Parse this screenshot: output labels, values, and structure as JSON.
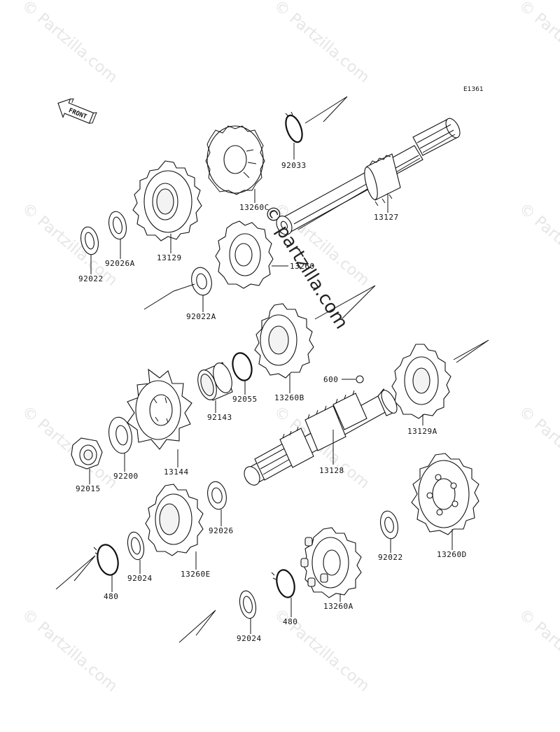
{
  "diagram": {
    "code": "E1361",
    "front_label": "FRONT",
    "watermark": "© Partzilla.com",
    "center_watermark": "© partzilla.com",
    "parts": [
      {
        "id": "92033",
        "label": "92033"
      },
      {
        "id": "13260C",
        "label": "13260C"
      },
      {
        "id": "13127",
        "label": "13127"
      },
      {
        "id": "13129",
        "label": "13129"
      },
      {
        "id": "92026A",
        "label": "92026A"
      },
      {
        "id": "92022a",
        "label": "92022"
      },
      {
        "id": "13260",
        "label": "13260"
      },
      {
        "id": "92022A",
        "label": "92022A"
      },
      {
        "id": "13260B",
        "label": "13260B"
      },
      {
        "id": "92055",
        "label": "92055"
      },
      {
        "id": "92143",
        "label": "92143"
      },
      {
        "id": "600",
        "label": "600"
      },
      {
        "id": "13129A",
        "label": "13129A"
      },
      {
        "id": "13144",
        "label": "13144"
      },
      {
        "id": "92200",
        "label": "92200"
      },
      {
        "id": "92015",
        "label": "92015"
      },
      {
        "id": "13128",
        "label": "13128"
      },
      {
        "id": "92026",
        "label": "92026"
      },
      {
        "id": "13260E",
        "label": "13260E"
      },
      {
        "id": "92024a",
        "label": "92024"
      },
      {
        "id": "480a",
        "label": "480"
      },
      {
        "id": "92022b",
        "label": "92022"
      },
      {
        "id": "13260D",
        "label": "13260D"
      },
      {
        "id": "13260A",
        "label": "13260A"
      },
      {
        "id": "480b",
        "label": "480"
      },
      {
        "id": "92024b",
        "label": "92024"
      }
    ]
  }
}
